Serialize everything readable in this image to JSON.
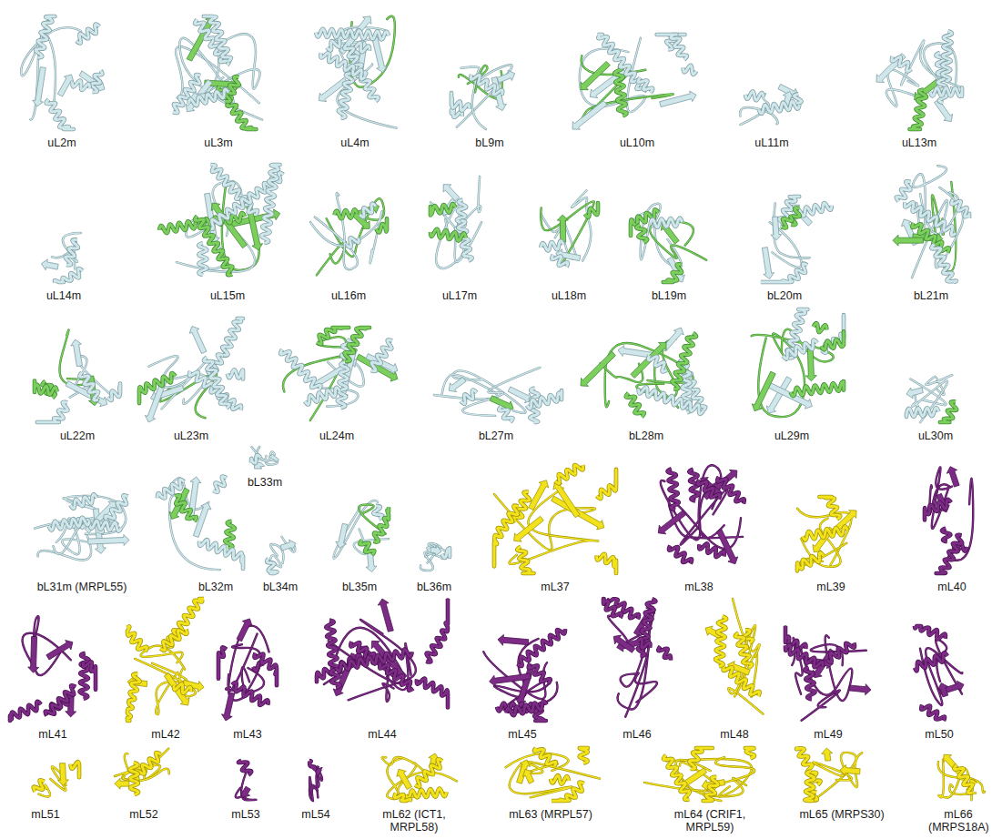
{
  "diagram": {
    "labels": [
      "uL2m",
      "uL3m",
      "uL4m",
      "bL9m",
      "uL10m",
      "uL11m",
      "uL13m",
      "uL14m",
      "uL15m",
      "uL16m",
      "uL17m",
      "uL18m",
      "bL19m",
      "bL20m",
      "bL21m",
      "uL22m",
      "uL23m",
      "uL24m",
      "bL27m",
      "bL28m",
      "uL29m",
      "uL30m",
      "bL31m (MRPL55)",
      "bL32m",
      "bL33m",
      "bL34m",
      "bL35m",
      "bL36m",
      "mL37",
      "mL38",
      "mL39",
      "mL40",
      "mL41",
      "mL42",
      "mL43",
      "mL44",
      "mL45",
      "mL46",
      "mL48",
      "mL49",
      "mL50",
      "mL51",
      "mL52",
      "mL53",
      "mL54",
      "mL62 (ICT1, MRPL58)",
      "mL63 (MRPL57)",
      "mL64 (CRIF1, MRPL59)",
      "mL65 (MRPS30)",
      "mL66 (MRPS18A)"
    ]
  }
}
